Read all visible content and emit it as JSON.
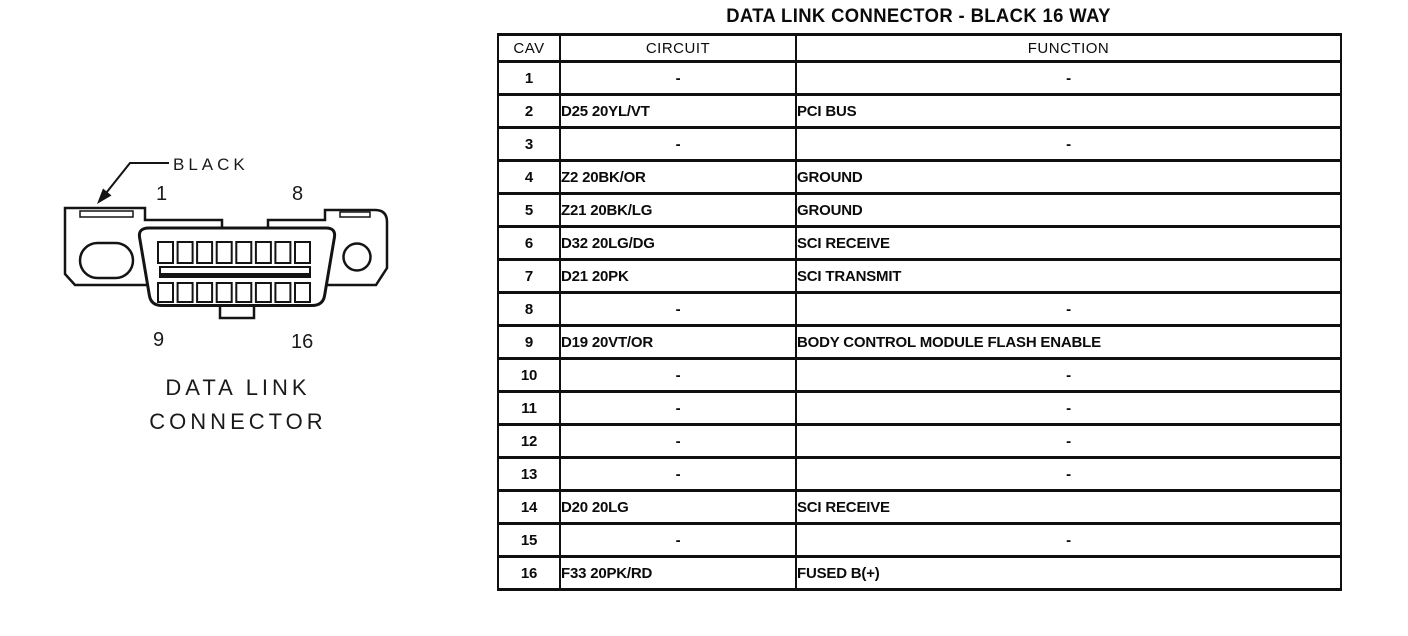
{
  "page": {
    "background": "#ffffff",
    "ink": "#141414"
  },
  "diagram": {
    "color_label": "BLACK",
    "pin_top_left": "1",
    "pin_top_right": "8",
    "pin_bottom_left": "9",
    "pin_bottom_right": "16",
    "caption_line1": "DATA LINK",
    "caption_line2": "CONNECTOR"
  },
  "table": {
    "title": "DATA LINK CONNECTOR - BLACK 16 WAY",
    "columns": {
      "cav": "CAV",
      "circuit": "CIRCUIT",
      "function": "FUNCTION"
    },
    "rows": [
      {
        "cav": "1",
        "circuit": "-",
        "function": "-"
      },
      {
        "cav": "2",
        "circuit": "D25 20YL/VT",
        "function": "PCI BUS"
      },
      {
        "cav": "3",
        "circuit": "-",
        "function": "-"
      },
      {
        "cav": "4",
        "circuit": "Z2 20BK/OR",
        "function": "GROUND"
      },
      {
        "cav": "5",
        "circuit": "Z21 20BK/LG",
        "function": "GROUND"
      },
      {
        "cav": "6",
        "circuit": "D32 20LG/DG",
        "function": "SCI RECEIVE"
      },
      {
        "cav": "7",
        "circuit": "D21 20PK",
        "function": "SCI TRANSMIT"
      },
      {
        "cav": "8",
        "circuit": "-",
        "function": "-"
      },
      {
        "cav": "9",
        "circuit": "D19 20VT/OR",
        "function": "BODY CONTROL MODULE FLASH ENABLE"
      },
      {
        "cav": "10",
        "circuit": "-",
        "function": "-"
      },
      {
        "cav": "11",
        "circuit": "-",
        "function": "-"
      },
      {
        "cav": "12",
        "circuit": "-",
        "function": "-"
      },
      {
        "cav": "13",
        "circuit": "-",
        "function": "-"
      },
      {
        "cav": "14",
        "circuit": "D20 20LG",
        "function": "SCI RECEIVE"
      },
      {
        "cav": "15",
        "circuit": "-",
        "function": "-"
      },
      {
        "cav": "16",
        "circuit": "F33 20PK/RD",
        "function": "FUSED B(+)"
      }
    ]
  }
}
